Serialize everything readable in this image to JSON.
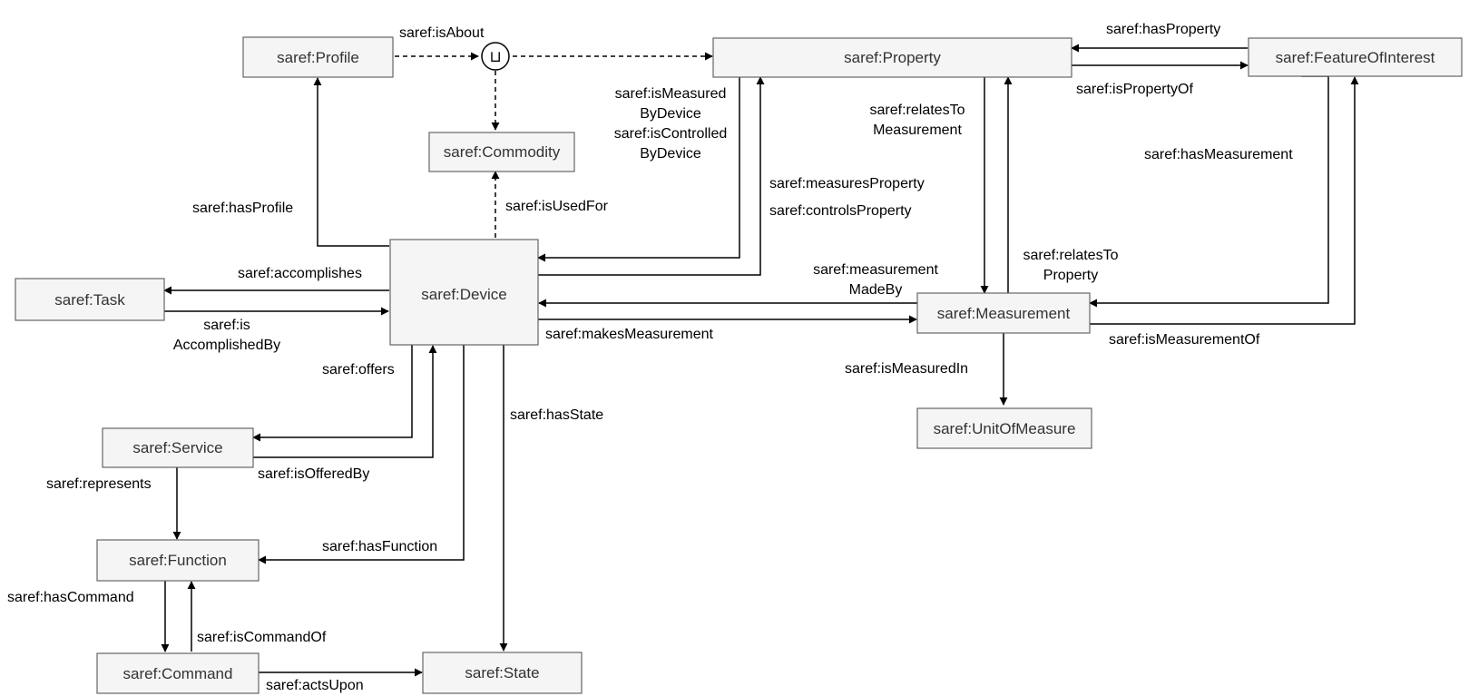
{
  "nodes": {
    "profile": "saref:Profile",
    "property": "saref:Property",
    "feature_of_interest": "saref:FeatureOfInterest",
    "commodity": "saref:Commodity",
    "task": "saref:Task",
    "device": "saref:Device",
    "measurement": "saref:Measurement",
    "unit_of_measure": "saref:UnitOfMeasure",
    "service": "saref:Service",
    "function": "saref:Function",
    "command": "saref:Command",
    "state": "saref:State"
  },
  "union_symbol": "⊔",
  "edge_labels": {
    "is_about": "saref:isAbout",
    "has_property": "saref:hasProperty",
    "is_property_of": "saref:isPropertyOf",
    "is_measured_by_device_1": "saref:isMeasured",
    "is_measured_by_device_2": "ByDevice",
    "is_controlled_by_device_1": "saref:isControlled",
    "is_controlled_by_device_2": "ByDevice",
    "relates_to_measurement_1": "saref:relatesTo",
    "relates_to_measurement_2": "Measurement",
    "has_measurement": "saref:hasMeasurement",
    "measures_property": "saref:measuresProperty",
    "controls_property": "saref:controlsProperty",
    "has_profile": "saref:hasProfile",
    "is_used_for": "saref:isUsedFor",
    "accomplishes": "saref:accomplishes",
    "is_accomplished_by_1": "saref:is",
    "is_accomplished_by_2": "AccomplishedBy",
    "measurement_made_by_1": "saref:measurement",
    "measurement_made_by_2": "MadeBy",
    "relates_to_property_1": "saref:relatesTo",
    "relates_to_property_2": "Property",
    "makes_measurement": "saref:makesMeasurement",
    "is_measurement_of": "saref:isMeasurementOf",
    "offers": "saref:offers",
    "is_measured_in": "saref:isMeasuredIn",
    "has_state": "saref:hasState",
    "is_offered_by": "saref:isOfferedBy",
    "represents": "saref:represents",
    "has_function": "saref:hasFunction",
    "has_command": "saref:hasCommand",
    "is_command_of": "saref:isCommandOf",
    "acts_upon": "saref:actsUpon"
  }
}
